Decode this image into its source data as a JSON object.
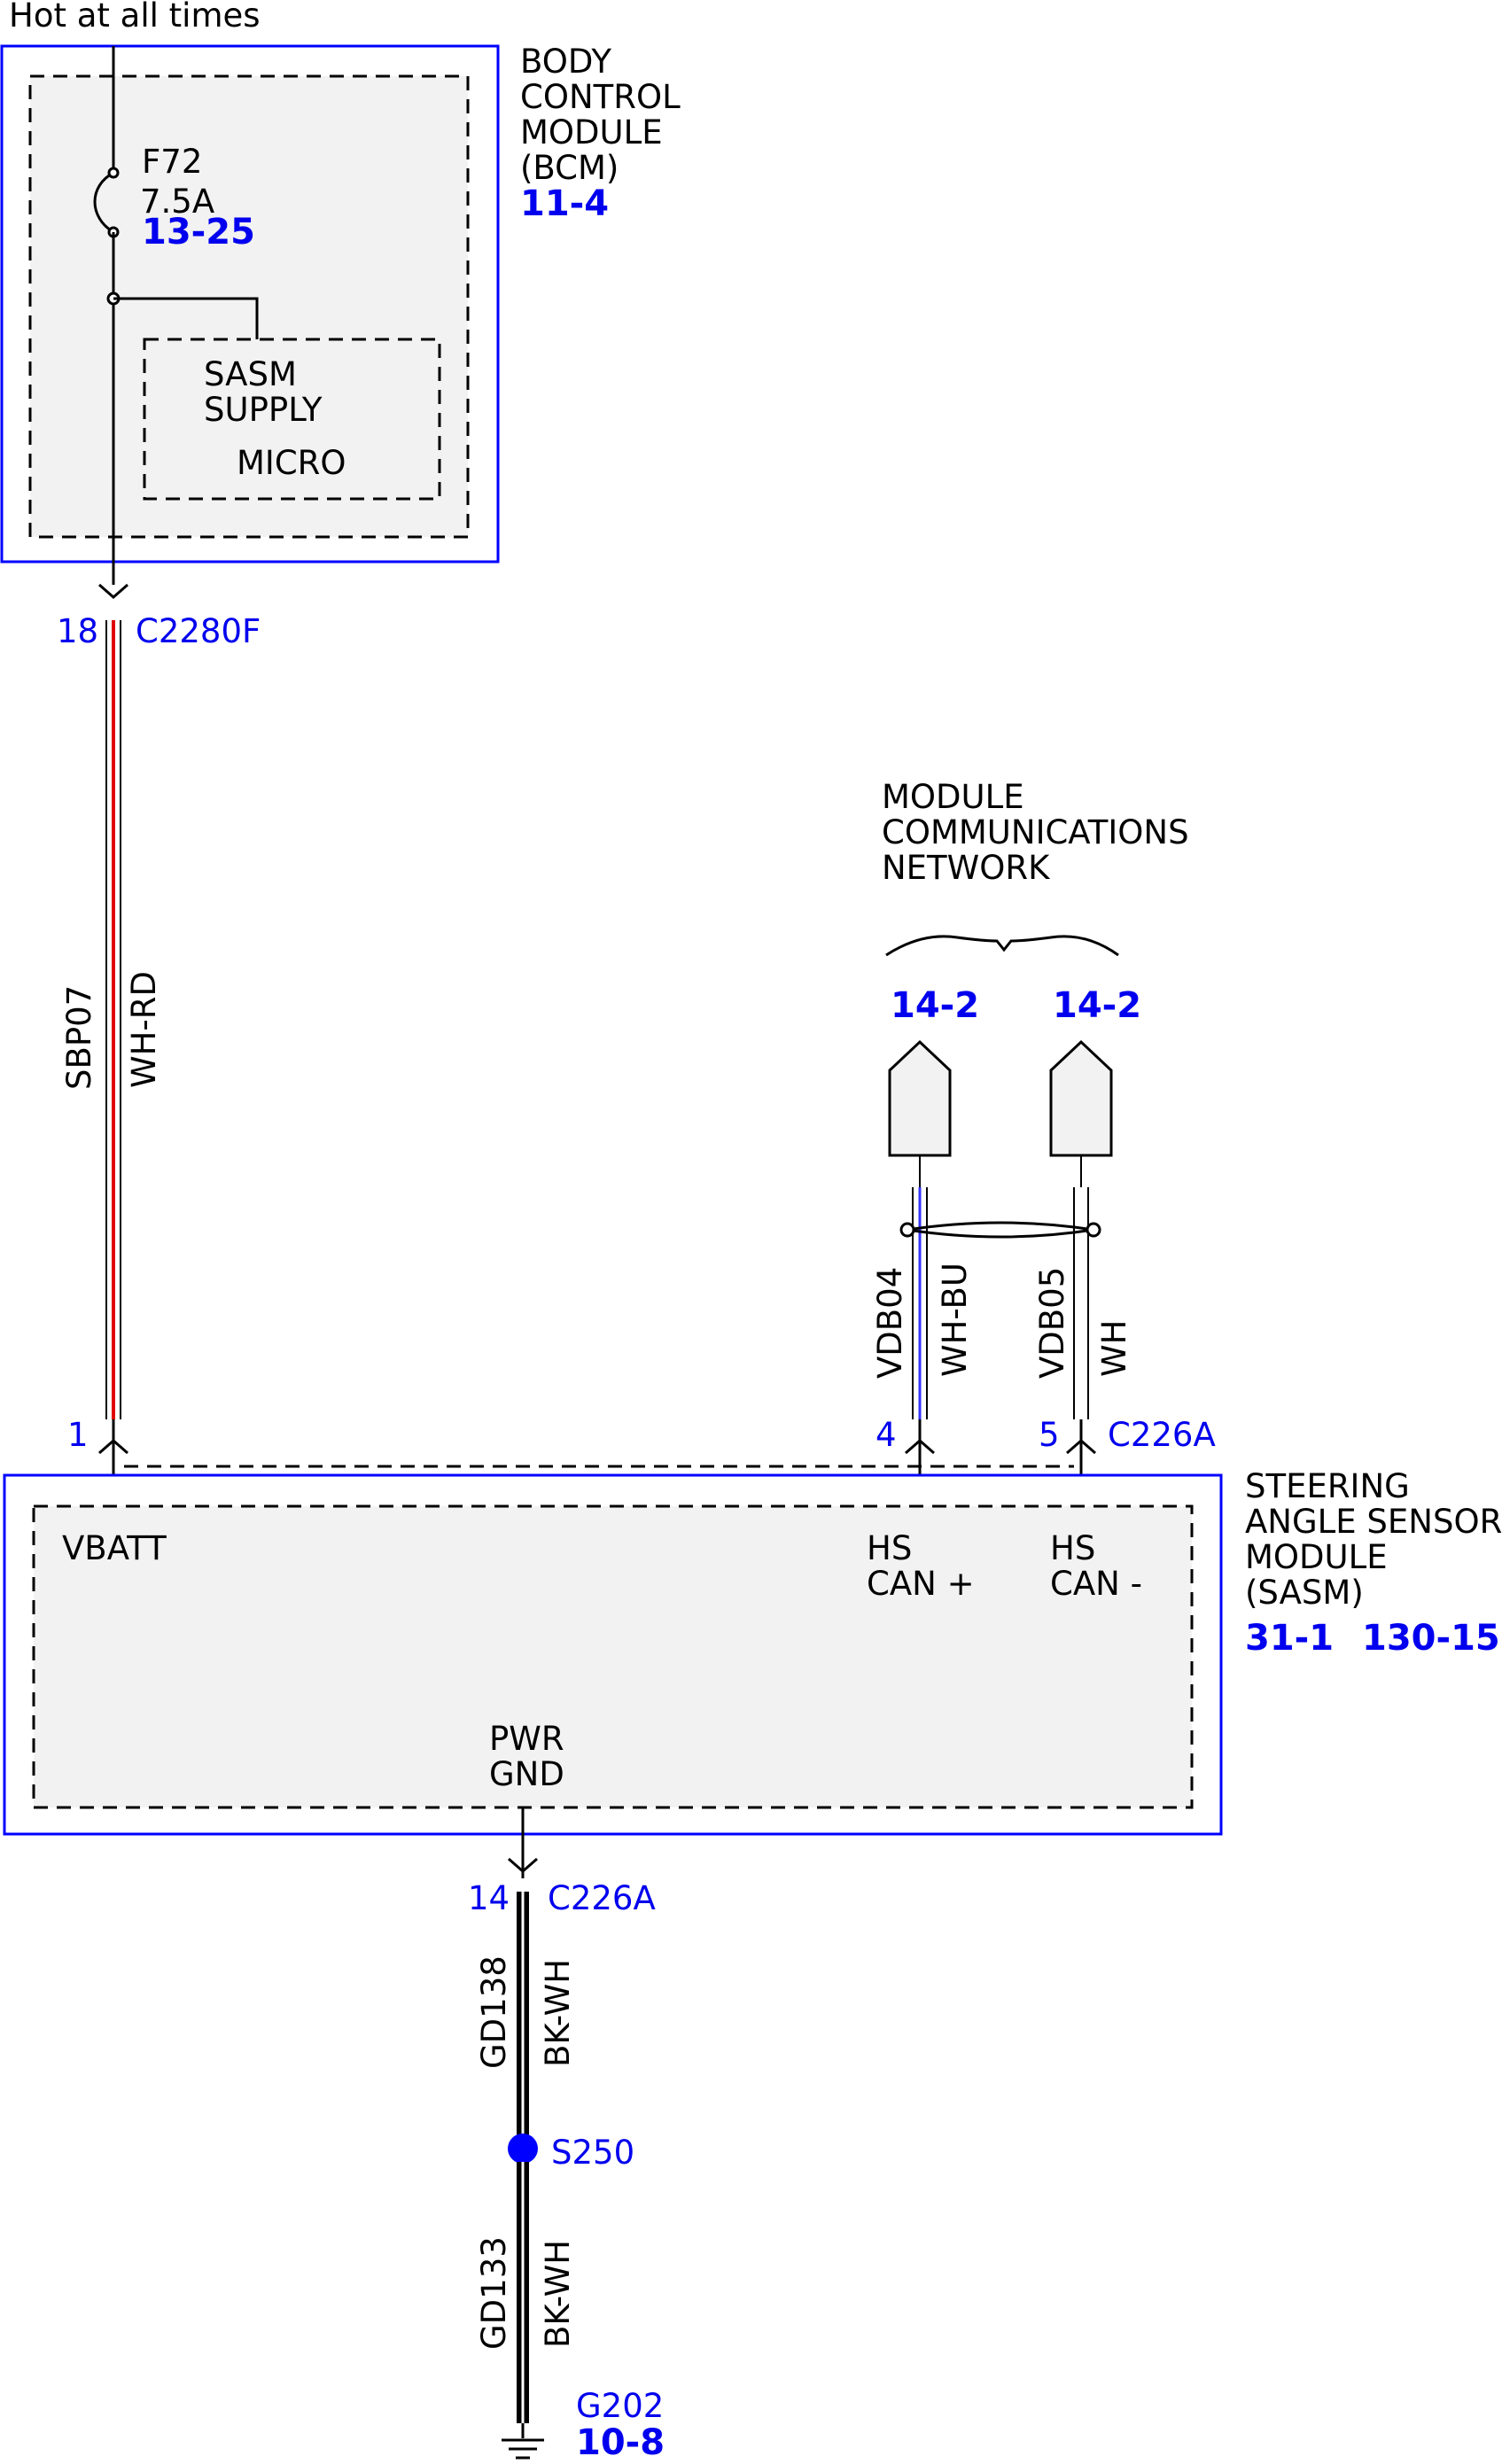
{
  "supply_label": "Hot at all times",
  "bcm": {
    "name_lines": [
      "BODY",
      "CONTROL",
      "MODULE",
      "(BCM)"
    ],
    "ref": "11-4",
    "fuse_name": "F72",
    "fuse_rating": "7.5A",
    "fuse_ref": "13-25",
    "micro_lines": [
      "SASM",
      "SUPPLY"
    ],
    "micro_name": "MICRO"
  },
  "connector_top": {
    "pin": "18",
    "name": "C2280F"
  },
  "wire_sbp07": {
    "circuit": "SBP07",
    "color": "WH-RD"
  },
  "network": {
    "title_lines": [
      "MODULE",
      "COMMUNICATIONS",
      "NETWORK"
    ],
    "ref_left": "14-2",
    "ref_right": "14-2"
  },
  "wire_vdb04": {
    "circuit": "VDB04",
    "color": "WH-BU"
  },
  "wire_vdb05": {
    "circuit": "VDB05",
    "color": "WH"
  },
  "sasm_pins": {
    "vbatt_pin": "1",
    "can_plus_pin": "4",
    "can_minus_pin": "5",
    "connector": "C226A"
  },
  "sasm": {
    "name_lines": [
      "STEERING",
      "ANGLE SENSOR",
      "MODULE",
      "(SASM)"
    ],
    "ref_1": "31-1",
    "ref_2": "130-15",
    "vbatt_label": "VBATT",
    "can_plus_lines": [
      "HS",
      "CAN +"
    ],
    "can_minus_lines": [
      "HS",
      "CAN -"
    ],
    "gnd_lines": [
      "PWR",
      "GND"
    ]
  },
  "connector_bottom": {
    "pin": "14",
    "name": "C226A"
  },
  "wire_gd138": {
    "circuit": "GD138",
    "color": "BK-WH"
  },
  "splice": {
    "name": "S250"
  },
  "wire_gd133": {
    "circuit": "GD133",
    "color": "BK-WH"
  },
  "ground": {
    "name": "G202",
    "ref": "10-8"
  },
  "colors": {
    "box_border": "#0000ff",
    "reference_text": "#0000ee",
    "box_fill": "#f2f2f2",
    "wire_red": "#e00000",
    "wire_blue": "#3333ff",
    "splice_dot": "#0000ff"
  }
}
